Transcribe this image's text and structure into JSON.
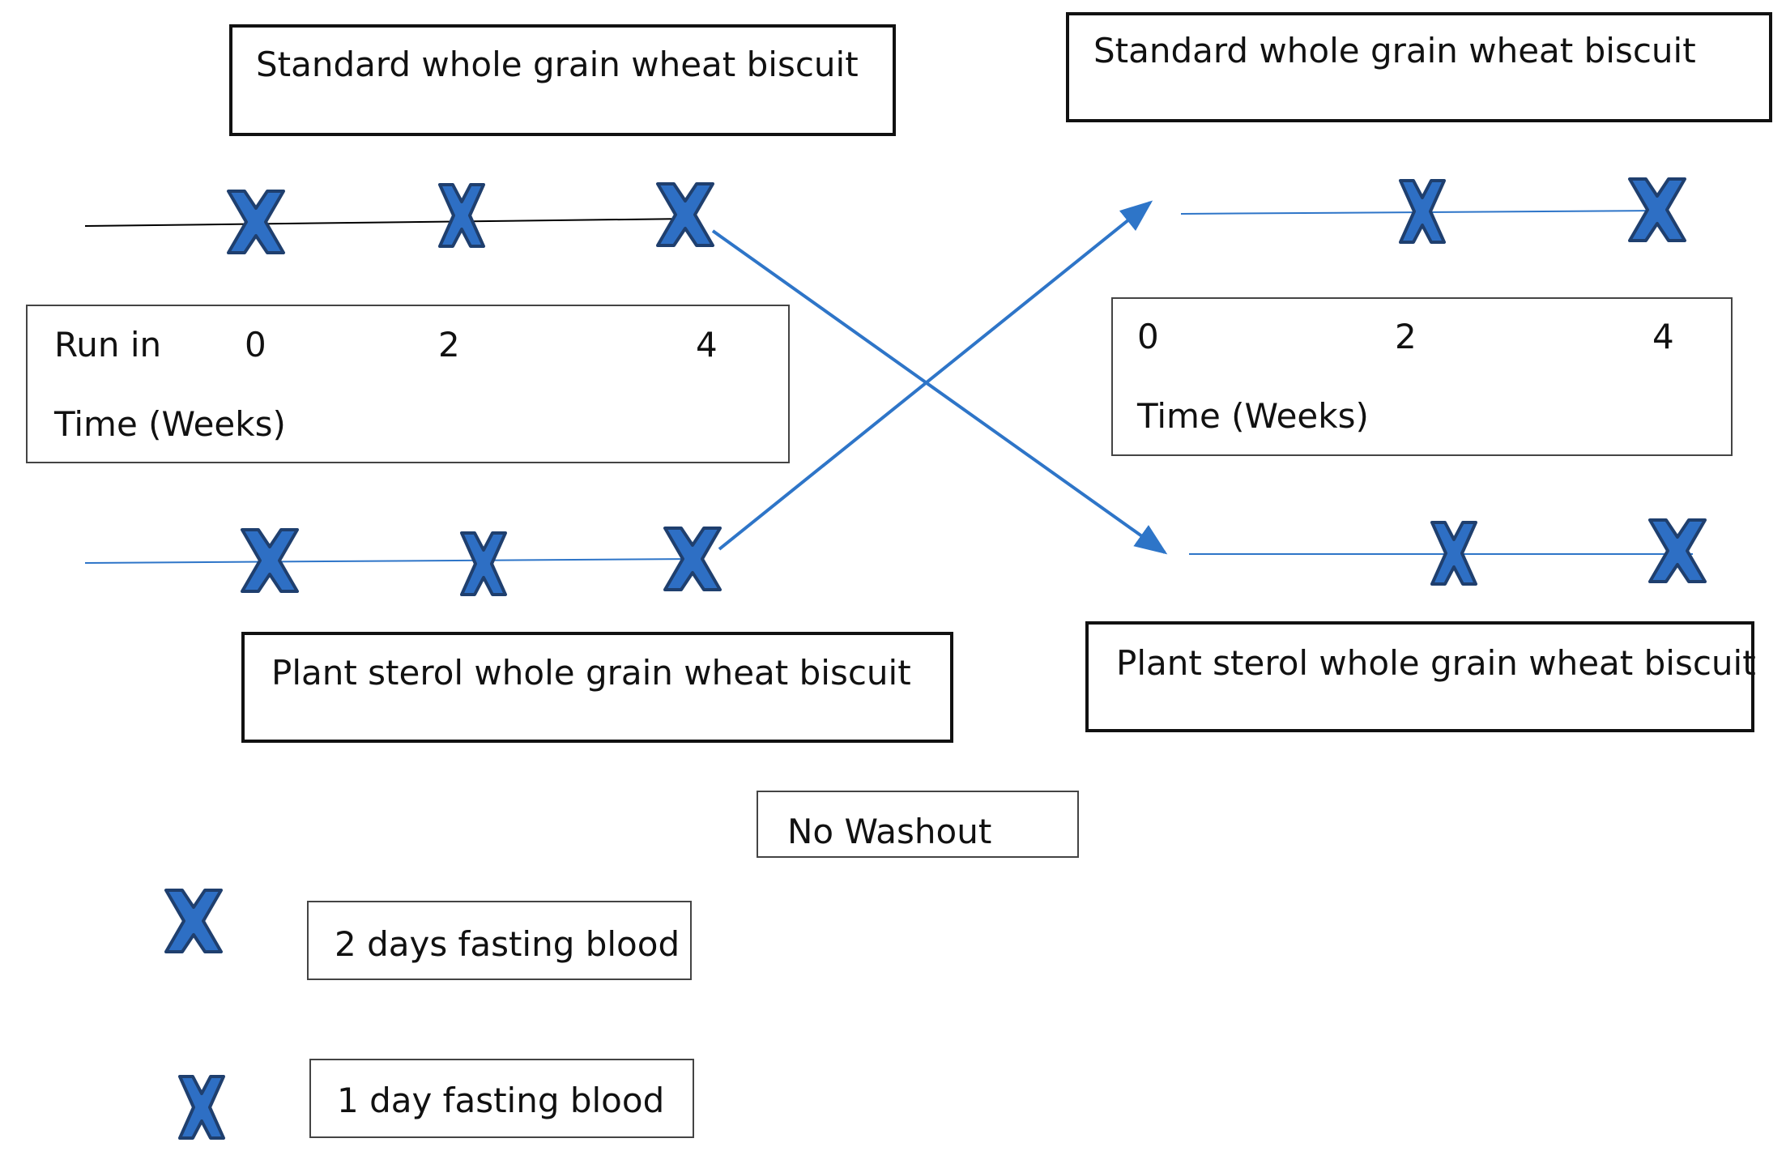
{
  "labels": {
    "std_left": "Standard whole grain wheat biscuit",
    "std_right": "Standard whole grain wheat biscuit",
    "plant_left": "Plant sterol whole grain wheat biscuit",
    "plant_right": "Plant sterol whole grain wheat biscuit",
    "run_in": "Run in",
    "left_ticks": [
      "0",
      "2",
      "4"
    ],
    "right_ticks": [
      "0",
      "2",
      "4"
    ],
    "time_left": "Time (Weeks)",
    "time_right": "Time (Weeks)",
    "washout": "No Washout",
    "legend_2day": "2 days fasting blood",
    "legend_1day": "1 day fasting blood"
  },
  "colors": {
    "accent": "#2E75C8",
    "marker_fill": "#2E6FC4",
    "marker_stroke": "#1F3F6E",
    "timeline_black": "#000000"
  },
  "icons": {
    "marker_large": "x-cross-large",
    "marker_small": "x-cross-small"
  }
}
